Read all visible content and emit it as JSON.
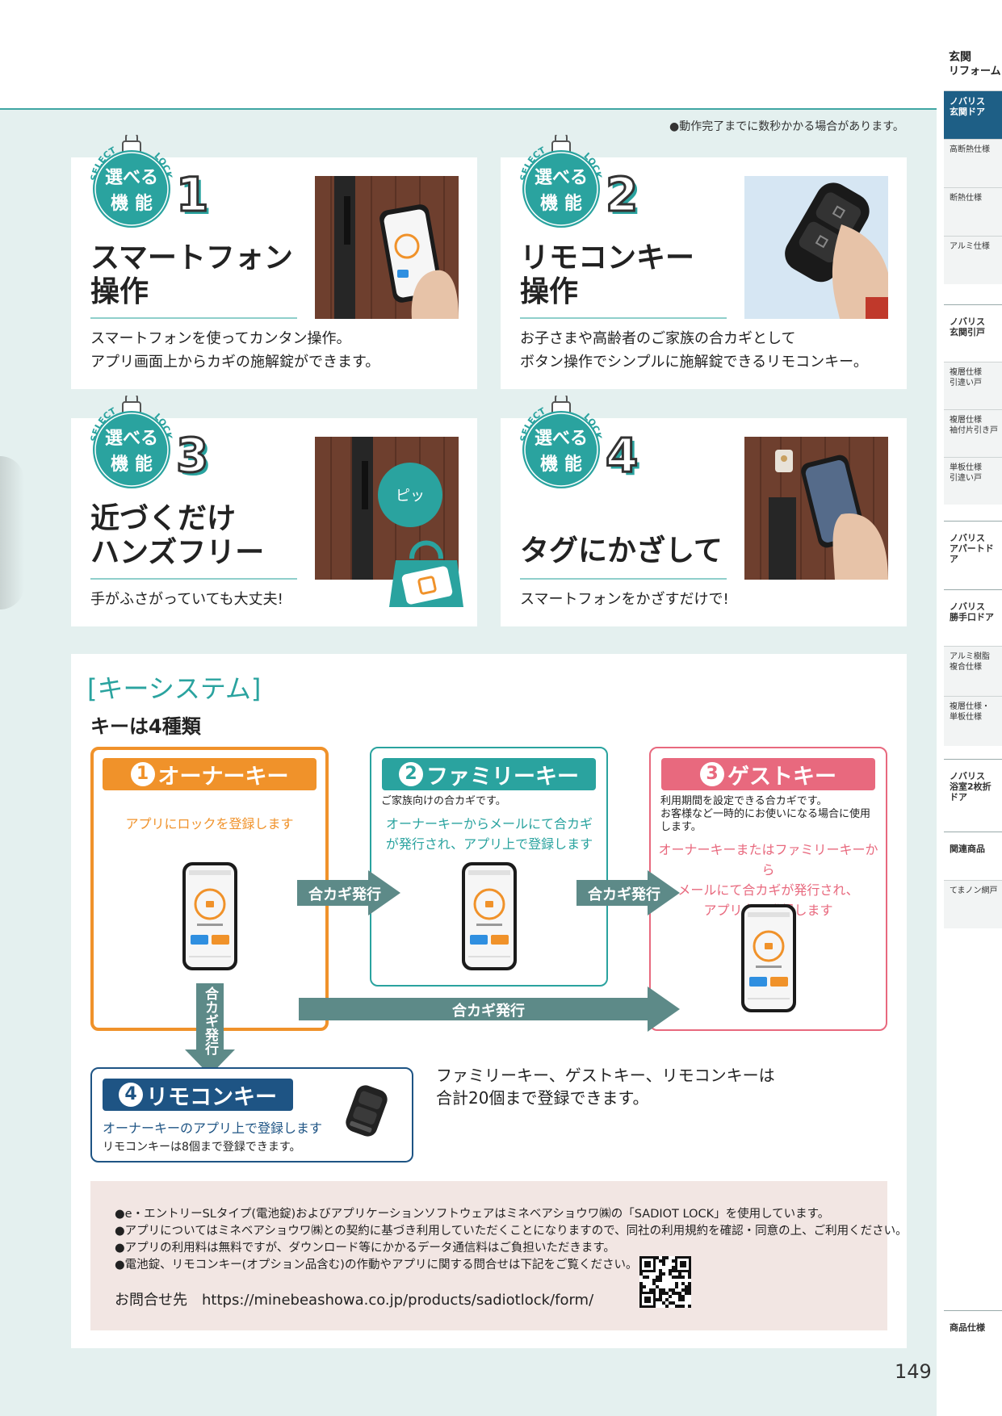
{
  "top_note": "●動作完了までに数秒かかる場合があります。",
  "sidebar": {
    "heading": [
      "玄関",
      "リフォーム"
    ],
    "items": [
      {
        "lines": [
          "ノバリス",
          "玄関ドア"
        ],
        "type": "active"
      },
      {
        "lines": [
          "高断熱仕様"
        ],
        "type": "sub"
      },
      {
        "lines": [
          "断熱仕様"
        ],
        "type": "sub"
      },
      {
        "lines": [
          "アルミ仕様"
        ],
        "type": "sub"
      },
      {
        "lines": [
          "ノバリス",
          "玄関引戸"
        ],
        "type": "group"
      },
      {
        "lines": [
          "複層仕様",
          "引違い戸"
        ],
        "type": "sub"
      },
      {
        "lines": [
          "複層仕様",
          "袖付片引き戸"
        ],
        "type": "sub"
      },
      {
        "lines": [
          "単板仕様",
          "引違い戸"
        ],
        "type": "sub"
      },
      {
        "lines": [
          "ノバリス",
          "アパートドア"
        ],
        "type": "group"
      },
      {
        "lines": [
          "ノバリス",
          "勝手口ドア"
        ],
        "type": "group"
      },
      {
        "lines": [
          "アルミ樹脂",
          "複合仕様"
        ],
        "type": "sub"
      },
      {
        "lines": [
          "複層仕様・",
          "単板仕様"
        ],
        "type": "sub"
      },
      {
        "lines": [
          "ノバリス",
          "浴室2枚折ドア"
        ],
        "type": "group"
      },
      {
        "lines": [
          "関連商品"
        ],
        "type": "group"
      },
      {
        "lines": [
          "てまノン網戸"
        ],
        "type": "sub"
      },
      {
        "lines": [
          "商品仕様"
        ],
        "type": "group"
      }
    ]
  },
  "badge": {
    "top": "SELECT",
    "right": "LOCK",
    "line1": "選べる",
    "line2": "機 能"
  },
  "features": [
    {
      "num": "1",
      "title": "スマートフォン\n操作",
      "desc": "スマートフォンを使ってカンタン操作。\nアプリ画面上からカギの施解錠ができます。"
    },
    {
      "num": "2",
      "title": "リモコンキー\n操作",
      "desc": "お子さまや高齢者のご家族の合カギとして\nボタン操作でシンプルに施解錠できるリモコンキー。"
    },
    {
      "num": "3",
      "title": "近づくだけ\nハンズフリー",
      "desc": "手がふさがっていても大丈夫!",
      "bubble": "ピッ"
    },
    {
      "num": "4",
      "title": "タグにかざして",
      "desc": "スマートフォンをかざすだけで!"
    }
  ],
  "key_system": {
    "title": "[キーシステム]",
    "subtitle": "キーは4種類",
    "owner": {
      "num": "1",
      "label": "オーナーキー",
      "text": "アプリにロックを登録します"
    },
    "family": {
      "num": "2",
      "label": "ファミリーキー",
      "small": "ご家族向けの合カギです。",
      "text": "オーナーキーからメールにて合カギ\nが発行され、アプリ上で登録します"
    },
    "guest": {
      "num": "3",
      "label": "ゲストキー",
      "small": "利用期間を設定できる合カギです。\nお客様など一時的にお使いになる場合に使用\nします。",
      "text": "オーナーキーまたはファミリーキーから\nメールにて合カギが発行され、\nアプリ上で登録します"
    },
    "remote": {
      "num": "4",
      "label": "リモコンキー",
      "text": "オーナーキーのアプリ上で登録します",
      "small": "リモコンキーは8個まで登録できます。"
    },
    "arrow_label": "合カギ発行",
    "vertical_label": "合カギ発行",
    "info": "ファミリーキー、ゲストキー、リモコンキーは\n合計20個まで登録できます。"
  },
  "notes": [
    "●e・エントリーSLタイプ(電池錠)およびアプリケーションソフトウェアはミネベアショウワ㈱の「SADIOT LOCK」を使用しています。",
    "●アプリについてはミネベアショウワ㈱との契約に基づき利用していただくことになりますので、同社の利用規約を確認・同意の上、ご利用ください。",
    "●アプリの利用料は無料ですが、ダウンロード等にかかるデータ通信料はご負担いただきます。",
    "●電池錠、リモコンキー(オプション品含む)の作動やアプリに関する問合せは下記をご覧ください。"
  ],
  "contact": "お問合せ先　https://minebeashowa.co.jp/products/sadiotlock/form/",
  "page_number": "149",
  "colors": {
    "teal": "#2aa39f",
    "owner": "#f0922a",
    "family": "#2aa39f",
    "guest": "#e8697e",
    "remote": "#1e5484",
    "arrow": "#5d8a88"
  }
}
